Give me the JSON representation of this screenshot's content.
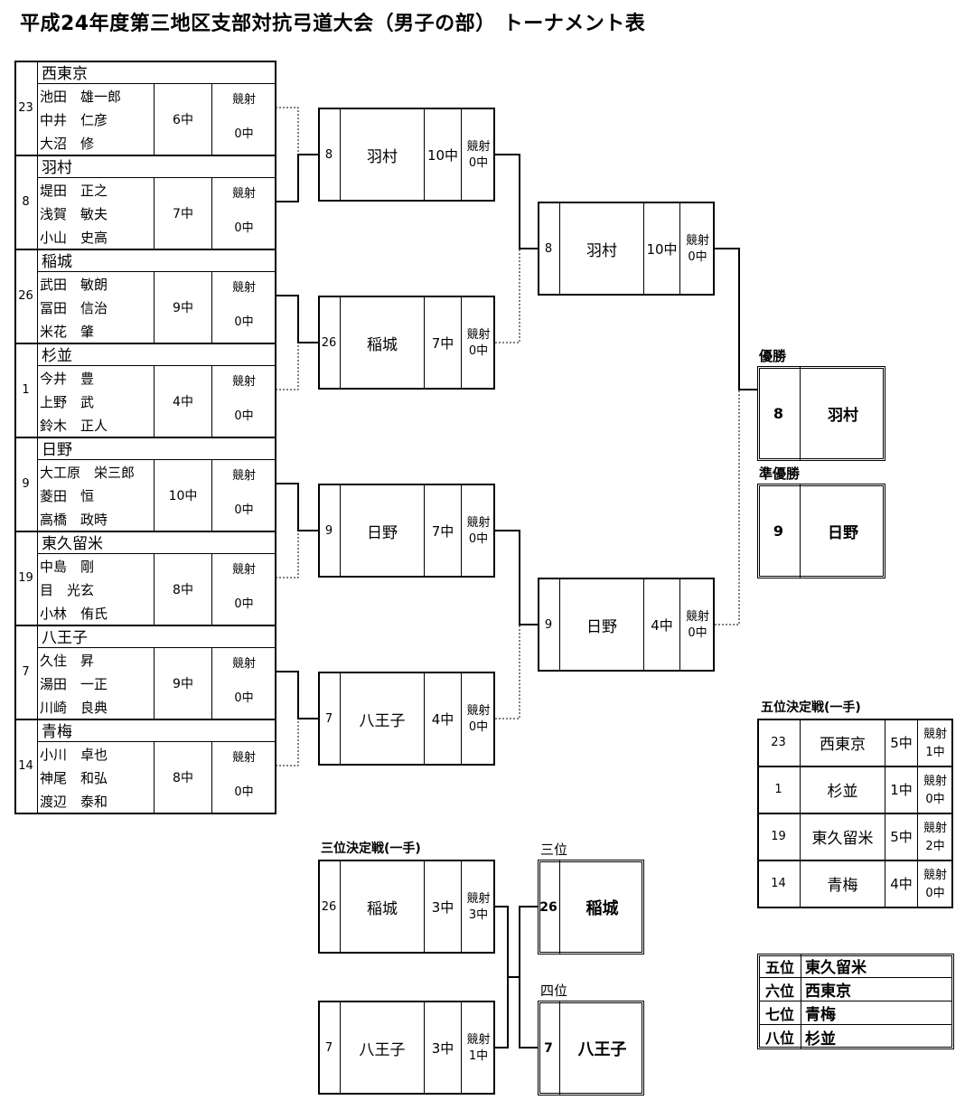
{
  "title": "平成24年度第三地区支部対抗弓道大会（男子の部） トーナメント表",
  "kyosha_label": "競射",
  "teams": [
    {
      "seed": "23",
      "name": "西東京",
      "players": [
        "池田　雄一郎",
        "中井　仁彦",
        "大沼　修"
      ],
      "score": "6中",
      "kyosha": "0中"
    },
    {
      "seed": "8",
      "name": "羽村",
      "players": [
        "堤田　正之",
        "浅賀　敏夫",
        "小山　史高"
      ],
      "score": "7中",
      "kyosha": "0中"
    },
    {
      "seed": "26",
      "name": "稲城",
      "players": [
        "武田　敏朗",
        "冨田　信治",
        "米花　肇"
      ],
      "score": "9中",
      "kyosha": "0中"
    },
    {
      "seed": "1",
      "name": "杉並",
      "players": [
        "今井　豊",
        "上野　武",
        "鈴木　正人"
      ],
      "score": "4中",
      "kyosha": "0中"
    },
    {
      "seed": "9",
      "name": "日野",
      "players": [
        "大工原　栄三郎",
        "菱田　恒",
        "高橋　政時"
      ],
      "score": "10中",
      "kyosha": "0中"
    },
    {
      "seed": "19",
      "name": "東久留米",
      "players": [
        "中島　剛",
        "目　光玄",
        "小林　侑氏"
      ],
      "score": "8中",
      "kyosha": "0中"
    },
    {
      "seed": "7",
      "name": "八王子",
      "players": [
        "久住　昇",
        "湯田　一正",
        "川崎　良典"
      ],
      "score": "9中",
      "kyosha": "0中"
    },
    {
      "seed": "14",
      "name": "青梅",
      "players": [
        "小川　卓也",
        "神尾　和弘",
        "渡辺　泰和"
      ],
      "score": "8中",
      "kyosha": "0中"
    }
  ],
  "round2": [
    {
      "seed": "8",
      "name": "羽村",
      "score": "10中",
      "kyosha": "0中"
    },
    {
      "seed": "26",
      "name": "稲城",
      "score": "7中",
      "kyosha": "0中"
    },
    {
      "seed": "9",
      "name": "日野",
      "score": "7中",
      "kyosha": "0中"
    },
    {
      "seed": "7",
      "name": "八王子",
      "score": "4中",
      "kyosha": "0中"
    }
  ],
  "semifinal": [
    {
      "seed": "8",
      "name": "羽村",
      "score": "10中",
      "kyosha": "0中"
    },
    {
      "seed": "9",
      "name": "日野",
      "score": "4中",
      "kyosha": "0中"
    }
  ],
  "champion": {
    "label": "優勝",
    "seed": "8",
    "name": "羽村"
  },
  "runner_up": {
    "label": "準優勝",
    "seed": "9",
    "name": "日野"
  },
  "third_place_match": {
    "label": "三位決定戦(一手)",
    "entries": [
      {
        "seed": "26",
        "name": "稲城",
        "score": "3中",
        "kyosha": "3中"
      },
      {
        "seed": "7",
        "name": "八王子",
        "score": "3中",
        "kyosha": "1中"
      }
    ]
  },
  "third": {
    "label": "三位",
    "seed": "26",
    "name": "稲城"
  },
  "fourth": {
    "label": "四位",
    "seed": "7",
    "name": "八王子"
  },
  "fifth_place_match": {
    "label": "五位決定戦(一手)",
    "entries": [
      {
        "seed": "23",
        "name": "西東京",
        "score": "5中",
        "kyosha": "1中"
      },
      {
        "seed": "1",
        "name": "杉並",
        "score": "1中",
        "kyosha": "0中"
      },
      {
        "seed": "19",
        "name": "東久留米",
        "score": "5中",
        "kyosha": "2中"
      },
      {
        "seed": "14",
        "name": "青梅",
        "score": "4中",
        "kyosha": "0中"
      }
    ]
  },
  "rankings": [
    {
      "rank": "五位",
      "name": "東久留米"
    },
    {
      "rank": "六位",
      "name": "西東京"
    },
    {
      "rank": "七位",
      "name": "青梅"
    },
    {
      "rank": "八位",
      "name": "杉並"
    }
  ]
}
